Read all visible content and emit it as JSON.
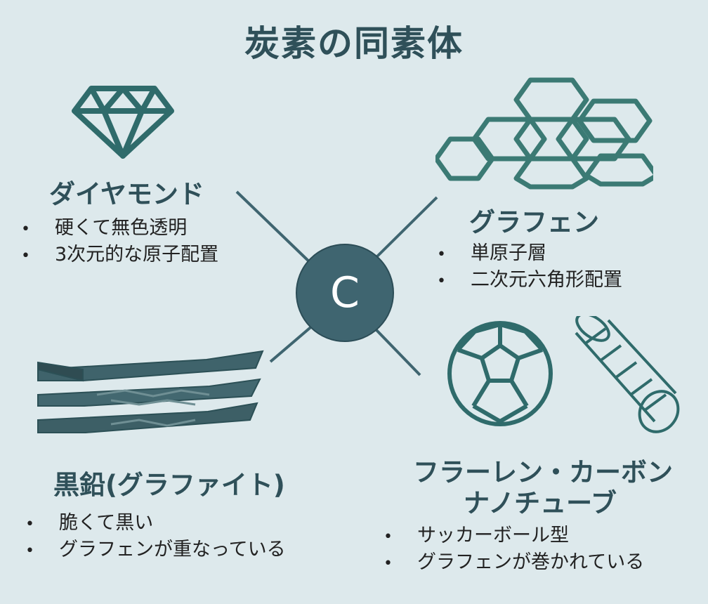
{
  "title": "炭素の同素体",
  "center": {
    "label": "C"
  },
  "colors": {
    "background": "#dde9ec",
    "accent": "#2f6b6b",
    "center_node": "#3f6570",
    "title": "#2f5059"
  },
  "sections": {
    "diamond": {
      "title": "ダイヤモンド",
      "icon": "diamond-icon",
      "bullets": [
        "硬くて無色透明",
        "3次元的な原子配置"
      ]
    },
    "graphene": {
      "title": "グラフェン",
      "icon": "hexagon-lattice-icon",
      "bullets": [
        "単原子層",
        "二次元六角形配置"
      ]
    },
    "graphite": {
      "title": "黒鉛(グラファイト)",
      "icon": "stacked-layers-icon",
      "bullets": [
        "脆くて黒い",
        "グラフェンが重なっている"
      ]
    },
    "fullerene": {
      "title_line1": "フラーレン・カーボン",
      "title_line2": "ナノチューブ",
      "icon": "fullerene-nanotube-icon",
      "bullets": [
        "サッカーボール型",
        "グラフェンが巻かれている"
      ]
    }
  }
}
